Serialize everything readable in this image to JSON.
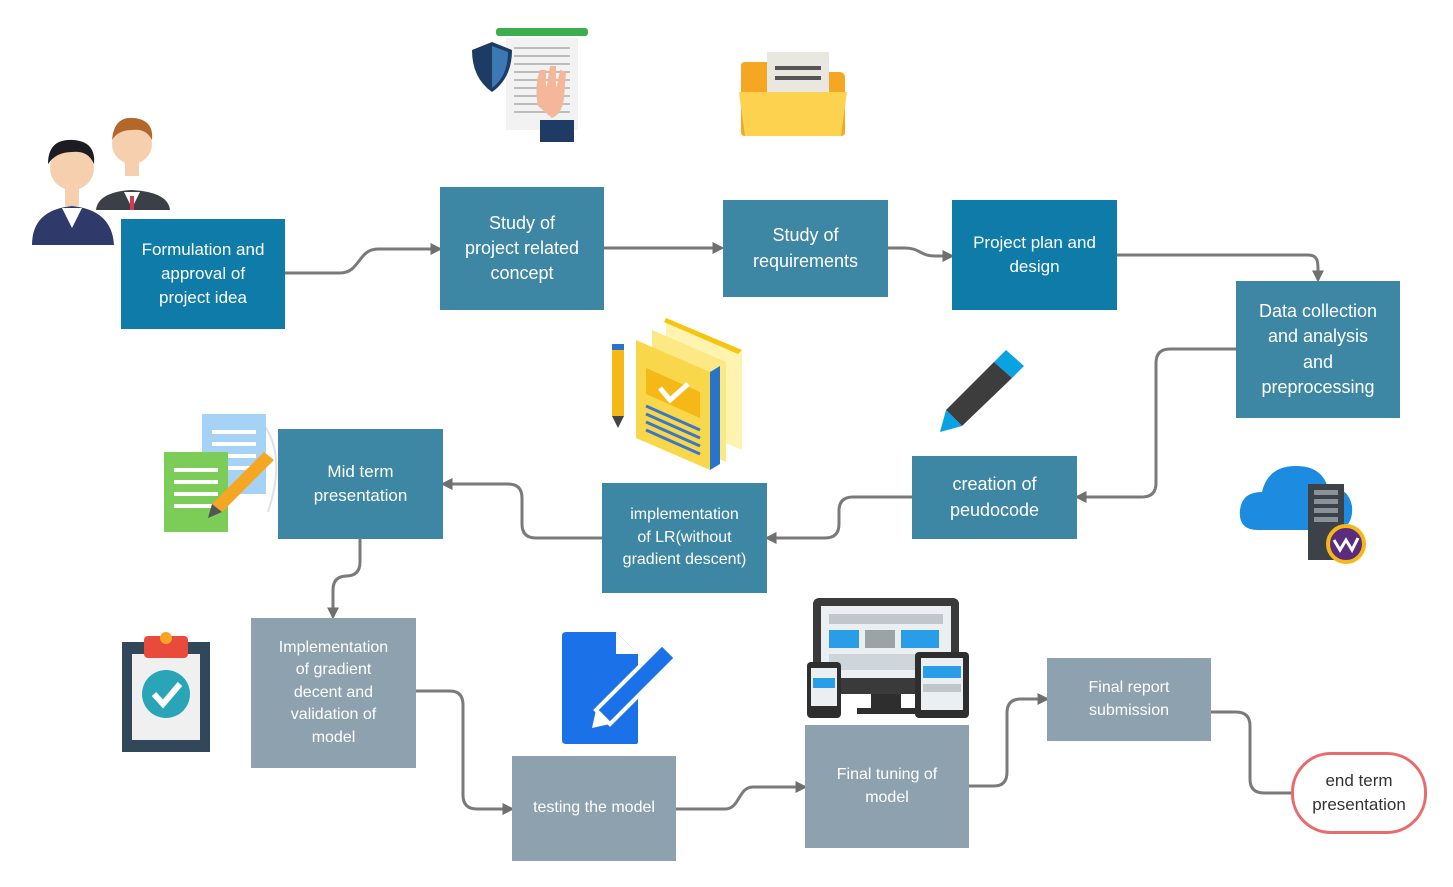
{
  "nodes": {
    "formulation": "Formulation and\napproval of\nproject idea",
    "study_concept": "Study of\nproject related\nconcept",
    "study_requirements": "Study of\nrequirements",
    "project_plan": "Project plan and\ndesign",
    "data_collection": "Data collection\nand  analysis\nand\npreprocessing",
    "pseudocode": "creation of\npeudocode",
    "implementation_lr": "implementation\nof LR(without\ngradient descent)",
    "mid_term": "Mid term\npresentation",
    "gradient_descent": "Implementation\nof gradient\ndecent and\nvalidation of\nmodel",
    "testing": "testing the model",
    "final_tuning": "Final tuning of\nmodel",
    "final_report": "Final report\nsubmission",
    "end_term": "end term\npresentation"
  },
  "illustrations": [
    "people-icon",
    "contract-shield-icon",
    "folder-icon",
    "books-pencil-icon",
    "pen-icon",
    "cloud-server-icon",
    "documents-pencil-icon",
    "clipboard-check-icon",
    "document-edit-icon",
    "devices-icon"
  ],
  "colors": {
    "blue_box": "#0e7ba8",
    "steel_box": "#3d87a4",
    "grey_box": "#8da1ae",
    "connector": "#6f6f6f",
    "end_border": "#e96c6c"
  }
}
